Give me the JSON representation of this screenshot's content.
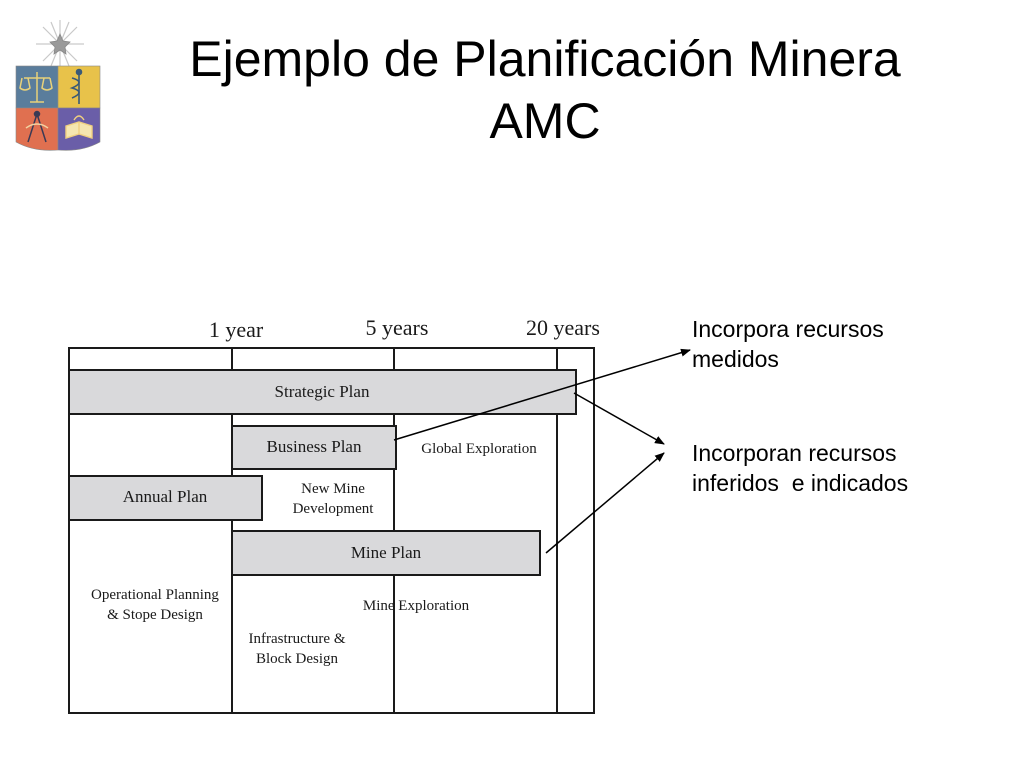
{
  "slide": {
    "title_line_1": "Ejemplo de Planificación Minera",
    "title_line_2": "AMC"
  },
  "diagram": {
    "horizons": [
      "1 year",
      "5 years",
      "20 years"
    ],
    "plans": [
      "Strategic Plan",
      "Business Plan",
      "Annual Plan",
      "Mine Plan"
    ],
    "activities": {
      "global_exploration": "Global Exploration",
      "new_mine_1": "New Mine",
      "new_mine_2": "Development",
      "operational_1": "Operational Planning",
      "operational_2": "& Stope Design",
      "mine_exploration": "Mine Exploration",
      "infrastructure_1": "Infrastructure &",
      "infrastructure_2": "Block Design"
    },
    "colors": {
      "plan_fill": "#d9d9db",
      "border": "#1a1a1a"
    }
  },
  "notes": {
    "measured_1": "Incorpora recursos",
    "measured_2": "medidos",
    "inferred_1": "Incorporan recursos",
    "inferred_2": "inferidos  e indicados"
  },
  "logo": {
    "icons": [
      "star-icon",
      "scales-icon",
      "caduceus-icon",
      "compass-icon",
      "book-icon"
    ],
    "colors": [
      "#5a7d9c",
      "#e8c24a",
      "#e07050",
      "#6a5ea8"
    ]
  }
}
